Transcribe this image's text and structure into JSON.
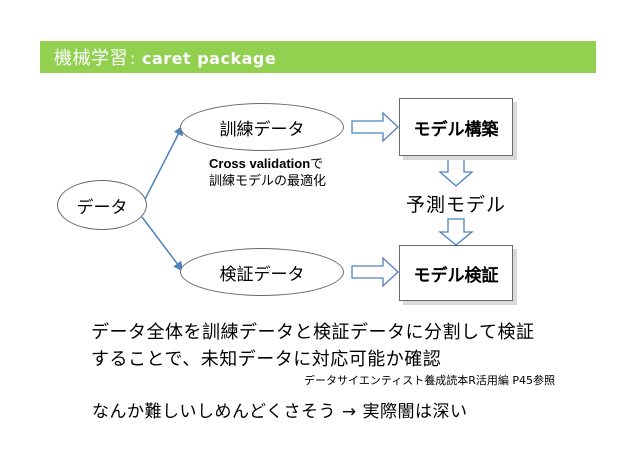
{
  "header": {
    "title_kanji": "機械学習",
    "title_sep": ":",
    "title_rest": "caret package",
    "bg_color": "#92d050"
  },
  "diagram": {
    "data_node": "データ",
    "train_node": "訓練データ",
    "test_node": "検証データ",
    "build_node": "モデル構築",
    "eval_node": "モデル検証",
    "predict_label": "予測モデル",
    "note_line1_bold": "Cross validation",
    "note_line1_rest": "で",
    "note_line2": "訓練モデルの最適化"
  },
  "body": {
    "line1": "データ全体を訓練データと検証データに分割して検証",
    "line2": "することで、未知データに対応可能か確認",
    "reference": "データサイエンティスト養成読本R活用編 P45参照",
    "bottom_line": "なんか難しいしめんどくさそう → 実際闇は深い"
  }
}
